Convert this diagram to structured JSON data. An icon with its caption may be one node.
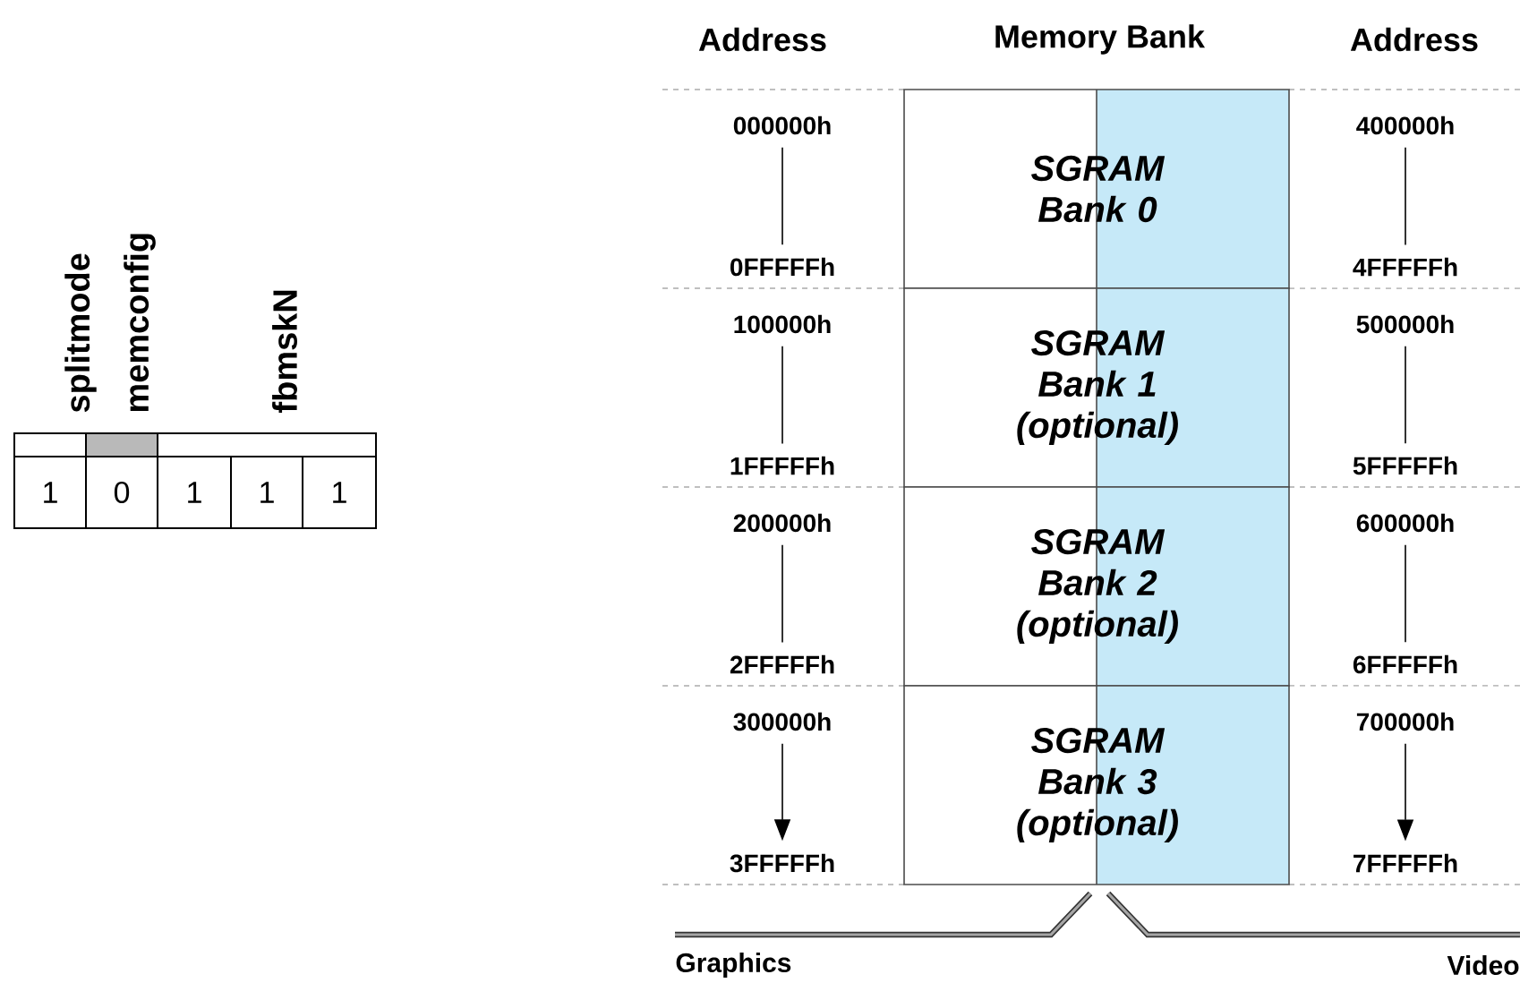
{
  "diagram": {
    "nodes": [
      {
        "text": [
          "SGRAM Bank 0"
        ]
      },
      {
        "text": [
          "SGRAM Bank 1 (optional)"
        ]
      },
      {
        "text": [
          "SGRAM Bank 2 (optional)"
        ]
      },
      {
        "text": [
          "SGRAM Bank 3 (optional)"
        ]
      },
      {
        "text": [
          "000000h"
        ]
      },
      {
        "text": [
          "0FFFFFh"
        ]
      },
      {
        "text": [
          "100000h"
        ]
      },
      {
        "text": [
          "1FFFFFh"
        ]
      },
      {
        "text": [
          "200000h"
        ]
      },
      {
        "text": [
          "2FFFFFh"
        ]
      },
      {
        "text": [
          "300000h"
        ]
      },
      {
        "text": [
          "3FFFFFh"
        ]
      },
      {
        "text": [
          "400000h"
        ]
      },
      {
        "text": [
          "4FFFFFh"
        ]
      },
      {
        "text": [
          "500000h"
        ]
      },
      {
        "text": [
          "5FFFFFh"
        ]
      },
      {
        "text": [
          "600000h"
        ]
      },
      {
        "text": [
          "6FFFFFh"
        ]
      },
      {
        "text": [
          "700000h"
        ]
      },
      {
        "text": [
          "7FFFFFh"
        ]
      }
    ],
    "edges": [
      {
        "from": 4,
        "to": 5,
        "arrow": "none"
      },
      {
        "from": 12,
        "to": 13,
        "arrow": "none"
      },
      {
        "from": 6,
        "to": 7,
        "arrow": "none"
      },
      {
        "from": 14,
        "to": 15,
        "arrow": "none"
      },
      {
        "from": 8,
        "to": 9,
        "arrow": "none"
      },
      {
        "from": 16,
        "to": 17,
        "arrow": "none"
      },
      {
        "from": 10,
        "to": 11,
        "arrow": "to"
      },
      {
        "from": 18,
        "to": 19,
        "arrow": "to"
      }
    ],
    "labels": [
      "Address",
      "Memory Bank",
      "Address",
      "splitmode",
      "memconfig",
      "fbmskN",
      "1",
      "0",
      "1",
      "1",
      "1",
      "Graphics",
      "Video"
    ]
  }
}
